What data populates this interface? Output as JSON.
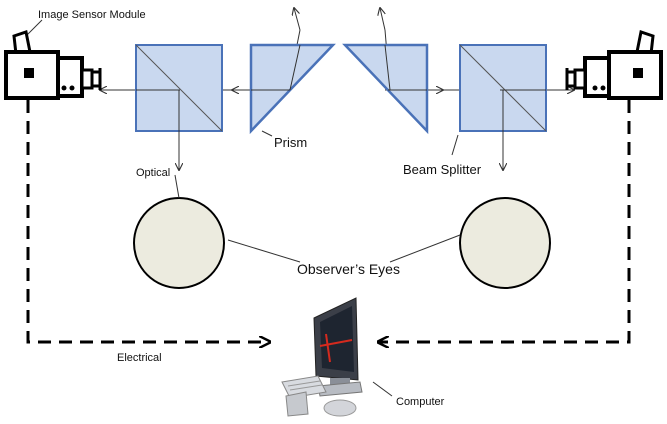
{
  "labels": {
    "image_sensor_module": "Image Sensor Module",
    "prism": "Prism",
    "beam_splitter": "Beam Splitter",
    "optical": "Optical",
    "observers_eyes": "Observer’s Eyes",
    "electrical": "Electrical",
    "computer": "Computer"
  },
  "colors": {
    "optic_fill": "#c9d8ef",
    "optic_stroke": "#4a72b8",
    "eye_fill": "#ecebdf",
    "line": "#333333",
    "camera": "#000000",
    "laser": "#d42a1e"
  },
  "icons": [
    "camera-icon",
    "computer-icon"
  ]
}
